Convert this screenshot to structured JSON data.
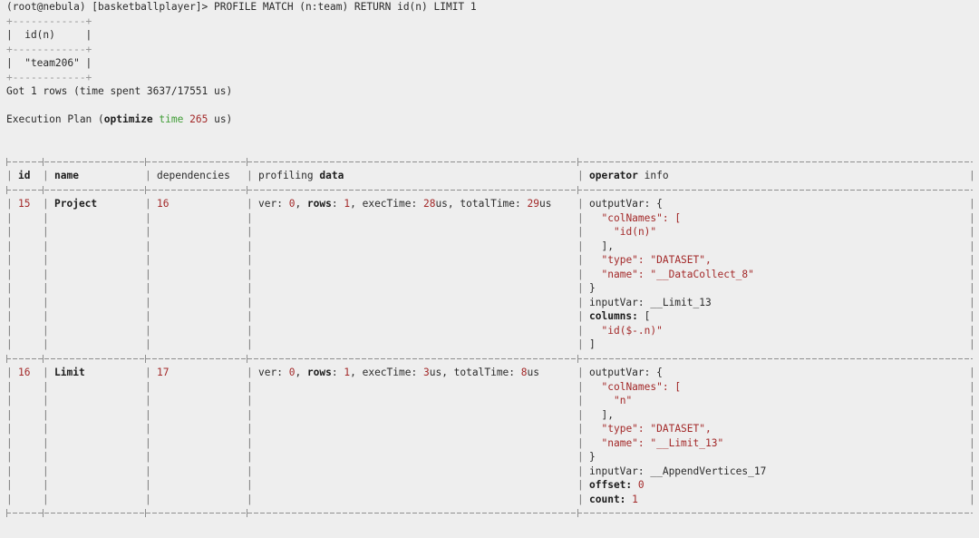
{
  "terminal": {
    "prompt": "(root@nebula) [basketballplayer]> ",
    "command": "PROFILE MATCH (n:team) RETURN id(n) LIMIT 1",
    "result_table": {
      "border": "+------------+",
      "header": "|  id(n)     |",
      "row": "|  \"team206\" |"
    },
    "summary": "Got 1 rows (time spent 3637/17551 us)",
    "plan_label_pre": "Execution Plan (",
    "plan_label_optimize": "optimize",
    "plan_label_time": "time",
    "plan_label_value": "265",
    "plan_label_post": " us)"
  },
  "colors": {
    "background": "#eeeeee",
    "text": "#2b2b2b",
    "number_red": "#a32929",
    "keyword_green": "#3f9c35",
    "rule_gray": "#9a9a9a",
    "pipe_gray": "#777777"
  },
  "plan_table": {
    "columns": [
      {
        "key": "id",
        "label": "id",
        "bold": true
      },
      {
        "key": "name",
        "label": "name",
        "bold": true
      },
      {
        "key": "dependencies",
        "label": "dependencies",
        "bold": false
      },
      {
        "key": "profiling",
        "label_plain": "profiling ",
        "label_bold": "data"
      },
      {
        "key": "operator",
        "label_bold": "operator",
        "label_plain": " info"
      }
    ],
    "rows": [
      {
        "id": "15",
        "name": "Project",
        "dependencies": "16",
        "profiling": {
          "ver_label": "ver: ",
          "ver_value": "0",
          "rows_label": "rows",
          "rows_value": "1",
          "exec_label": "execTime: ",
          "exec_value": "28",
          "exec_unit": "us",
          "total_label": "totalTime: ",
          "total_value": "29",
          "total_unit": "us"
        },
        "operator_lines": [
          {
            "indent": 0,
            "key": "outputVar: ",
            "key_bold": false,
            "value": "{",
            "value_red": false
          },
          {
            "indent": 2,
            "key": "",
            "key_bold": false,
            "value": "\"colNames\": [",
            "value_red": true
          },
          {
            "indent": 4,
            "key": "",
            "key_bold": false,
            "value": "\"id(n)\"",
            "value_red": true
          },
          {
            "indent": 2,
            "key": "",
            "key_bold": false,
            "value": "],",
            "value_red": false
          },
          {
            "indent": 2,
            "key": "",
            "key_bold": false,
            "value": "\"type\": \"DATASET\",",
            "value_red": true
          },
          {
            "indent": 2,
            "key": "",
            "key_bold": false,
            "value": "\"name\": \"__DataCollect_8\"",
            "value_red": true
          },
          {
            "indent": 0,
            "key": "",
            "key_bold": false,
            "value": "}",
            "value_red": false
          },
          {
            "indent": 0,
            "key": "inputVar: ",
            "key_bold": false,
            "value": "__Limit_13",
            "value_red": false
          },
          {
            "indent": 0,
            "key": "columns: ",
            "key_bold": true,
            "value": "[",
            "value_red": false
          },
          {
            "indent": 2,
            "key": "",
            "key_bold": false,
            "value": "\"id($-.n)\"",
            "value_red": true
          },
          {
            "indent": 0,
            "key": "",
            "key_bold": false,
            "value": "]",
            "value_red": false
          }
        ]
      },
      {
        "id": "16",
        "name": "Limit",
        "dependencies": "17",
        "profiling": {
          "ver_label": "ver: ",
          "ver_value": "0",
          "rows_label": "rows",
          "rows_value": "1",
          "exec_label": "execTime: ",
          "exec_value": "3",
          "exec_unit": "us",
          "total_label": "totalTime: ",
          "total_value": "8",
          "total_unit": "us"
        },
        "operator_lines": [
          {
            "indent": 0,
            "key": "outputVar: ",
            "key_bold": false,
            "value": "{",
            "value_red": false
          },
          {
            "indent": 2,
            "key": "",
            "key_bold": false,
            "value": "\"colNames\": [",
            "value_red": true
          },
          {
            "indent": 4,
            "key": "",
            "key_bold": false,
            "value": "\"n\"",
            "value_red": true
          },
          {
            "indent": 2,
            "key": "",
            "key_bold": false,
            "value": "],",
            "value_red": false
          },
          {
            "indent": 2,
            "key": "",
            "key_bold": false,
            "value": "\"type\": \"DATASET\",",
            "value_red": true
          },
          {
            "indent": 2,
            "key": "",
            "key_bold": false,
            "value": "\"name\": \"__Limit_13\"",
            "value_red": true
          },
          {
            "indent": 0,
            "key": "",
            "key_bold": false,
            "value": "}",
            "value_red": false
          },
          {
            "indent": 0,
            "key": "inputVar: ",
            "key_bold": false,
            "value": "__AppendVertices_17",
            "value_red": false
          },
          {
            "indent": 0,
            "key": "offset: ",
            "key_bold": true,
            "value": "0",
            "value_red": true
          },
          {
            "indent": 0,
            "key": "count: ",
            "key_bold": true,
            "value": "1",
            "value_red": true
          }
        ]
      }
    ]
  }
}
